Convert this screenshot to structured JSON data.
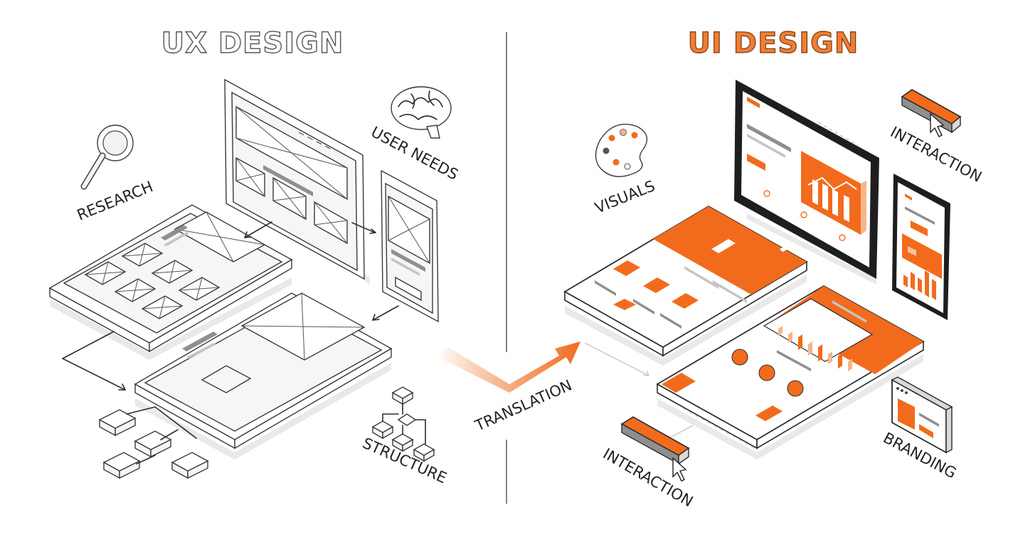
{
  "titles": {
    "ux": "UX DESIGN",
    "ui": "UI DESIGN"
  },
  "labels": {
    "research": "RESEARCH",
    "user_needs": "USER NEEDS",
    "structure": "STRUCTURE",
    "translation": "TRANSLATION",
    "visuals": "VISUALS",
    "interaction_top": "INTERACTION",
    "interaction_bottom": "INTERACTION",
    "branding": "BRANDING"
  },
  "colors": {
    "accent": "#f26b1d",
    "accent_light": "#f7b58c",
    "ink": "#2b2b2b",
    "wireframe_gray": "#8f8f8f"
  },
  "icons": {
    "research": "magnifier-icon",
    "user_needs": "brain-icon",
    "structure": "flowchart-icon",
    "visuals": "palette-icon",
    "interaction": "cursor-button-icon",
    "branding": "browser-window-icon"
  }
}
